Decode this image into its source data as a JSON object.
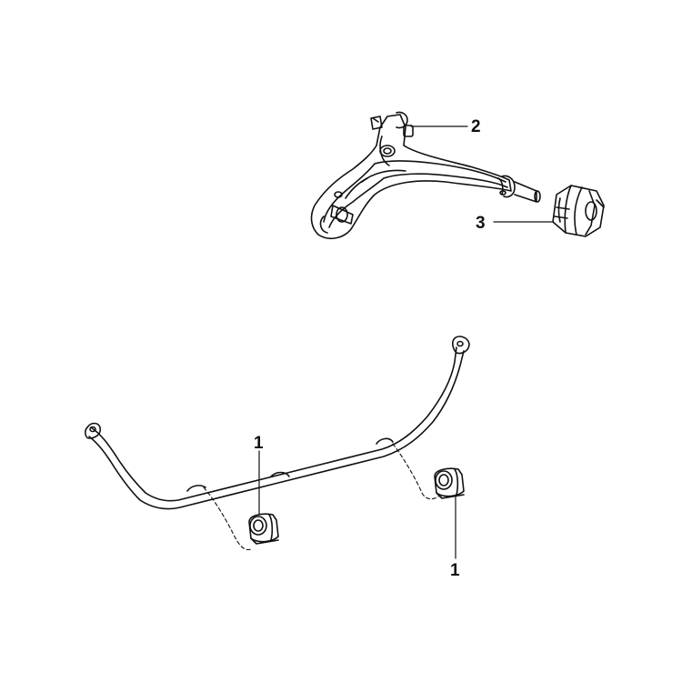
{
  "callouts": {
    "control_arm": "2",
    "arm_bushing": "3",
    "bar_bushing_left": "1",
    "bar_bushing_right": "1"
  },
  "colors": {
    "line": "#111111",
    "background": "#ffffff"
  }
}
